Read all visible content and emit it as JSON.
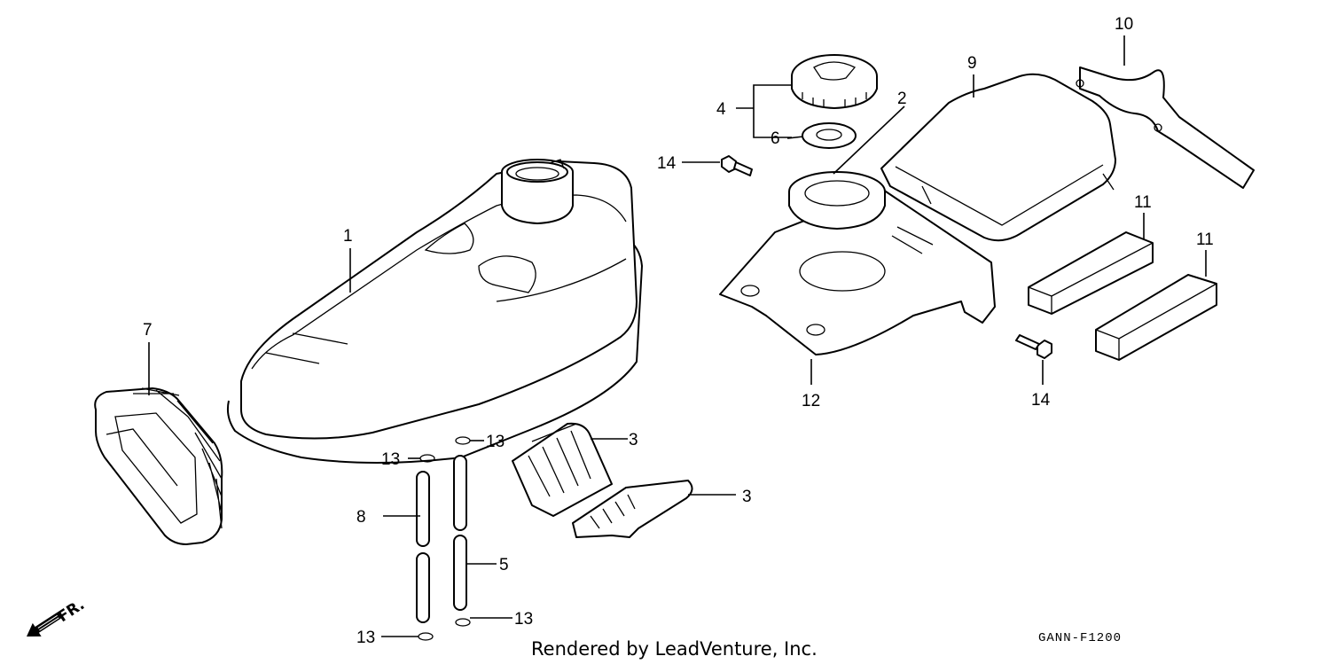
{
  "callouts": {
    "c1": "1",
    "c2": "2",
    "c3a": "3",
    "c3b": "3",
    "c4": "4",
    "c5": "5",
    "c6": "6",
    "c7": "7",
    "c8": "8",
    "c9": "9",
    "c10": "10",
    "c11a": "11",
    "c11b": "11",
    "c12": "12",
    "c13a": "13",
    "c13b": "13",
    "c13c": "13",
    "c13d": "13",
    "c14a": "14",
    "c14b": "14"
  },
  "direction_label": "FR.",
  "diagram_code": "GANN-F1200",
  "credit": "Rendered by LeadVenture, Inc.",
  "icons": [
    "front-direction-arrow-icon"
  ]
}
